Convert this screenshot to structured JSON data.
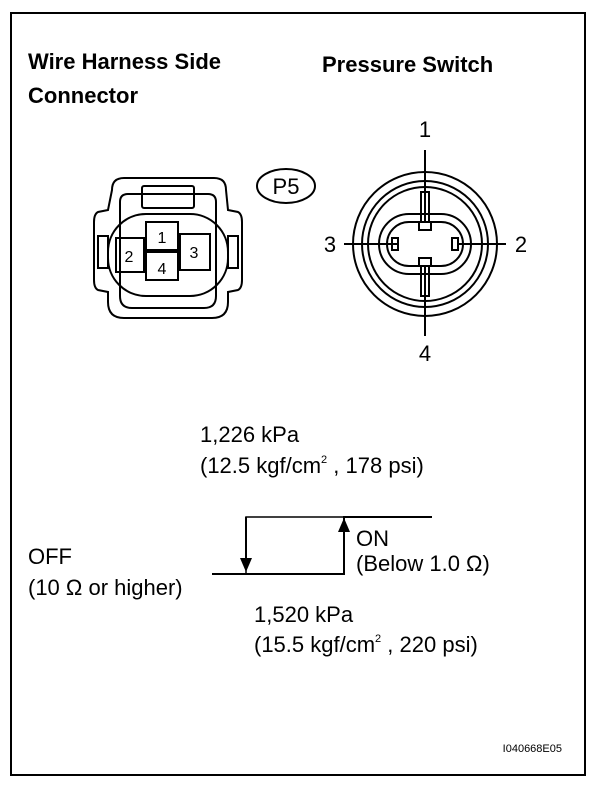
{
  "labels": {
    "harness_line1": "Wire Harness Side",
    "harness_line2": "Connector",
    "switch_title": "Pressure Switch",
    "connector_code": "P5",
    "image_code": "I040668E05"
  },
  "harness_pins": [
    "1",
    "2",
    "3",
    "4"
  ],
  "switch_pins": {
    "top": "1",
    "right": "2",
    "left": "3",
    "bottom": "4"
  },
  "spec": {
    "on_pressure": "1,226 kPa",
    "on_pressure_paren_open": "(12.5 kgf/cm",
    "superscript": "2",
    "on_pressure_paren_rest": " , 178 psi)",
    "off_pressure": "1,520 kPa",
    "off_pressure_paren_open": "(15.5 kgf/cm",
    "off_pressure_paren_rest": " , 220 psi)",
    "on_label": "ON",
    "on_condition": "(Below 1.0 Ω)",
    "off_label": "OFF",
    "off_condition": "(10 Ω or higher)"
  }
}
